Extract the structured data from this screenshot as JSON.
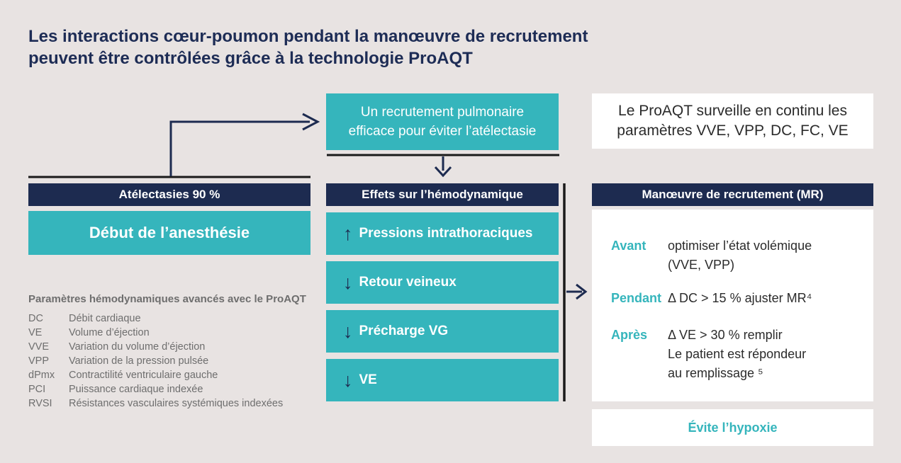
{
  "colors": {
    "teal": "#35b5bc",
    "navy": "#1d2b50",
    "background": "#e8e3e2",
    "line_black": "#1a1a1a",
    "grey_text": "#6e6e6e",
    "white": "#ffffff"
  },
  "title": {
    "line1": "Les interactions cœur-poumon pendant la manœuvre de recrutement",
    "line2": "peuvent être contrôlées grâce à la technologie ProAQT"
  },
  "top_flow": {
    "recruitment_box": {
      "line1": "Un recrutement pulmonaire",
      "line2": "efficace pour éviter l’atélectasie"
    },
    "proaqt_box": {
      "line1": "Le ProAQT surveille en continu les",
      "line2": "paramètres VVE, VPP, DC, FC, VE"
    }
  },
  "left_column": {
    "header": "Atélectasies 90 %",
    "box": "Début de l’anesthésie",
    "parameters": {
      "heading": "Paramètres hémodynamiques avancés avec le ProAQT",
      "items": [
        {
          "abbr": "DC",
          "label": "Débit cardiaque"
        },
        {
          "abbr": "VE",
          "label": "Volume d’éjection"
        },
        {
          "abbr": "VVE",
          "label": "Variation du volume d’éjection"
        },
        {
          "abbr": "VPP",
          "label": "Variation de la pression pulsée"
        },
        {
          "abbr": "dPmx",
          "label": "Contractilité ventriculaire gauche"
        },
        {
          "abbr": "PCI",
          "label": "Puissance cardiaque indexée"
        },
        {
          "abbr": "RVSI",
          "label": "Résistances vasculaires systémiques indexées"
        }
      ]
    }
  },
  "middle_column": {
    "header": "Effets sur l’hémodynamique",
    "effects": [
      {
        "direction": "up",
        "arrow": "↑",
        "label": "Pressions intrathoraciques"
      },
      {
        "direction": "down",
        "arrow": "↓",
        "label": "Retour veineux"
      },
      {
        "direction": "down",
        "arrow": "↓",
        "label": "Précharge VG"
      },
      {
        "direction": "down",
        "arrow": "↓",
        "label": "VE"
      }
    ]
  },
  "right_column": {
    "header": "Manœuvre de recrutement (MR)",
    "steps": [
      {
        "label": "Avant",
        "lines": [
          "optimiser l’état volémique",
          "(VVE, VPP)"
        ]
      },
      {
        "label": "Pendant",
        "lines": [
          "Δ DC > 15 % ajuster MR⁴"
        ]
      },
      {
        "label": "Après",
        "lines": [
          "Δ VE > 30 % remplir",
          "Le patient est répondeur",
          "au remplissage ⁵"
        ]
      }
    ],
    "outcome": "Évite l’hypoxie"
  }
}
